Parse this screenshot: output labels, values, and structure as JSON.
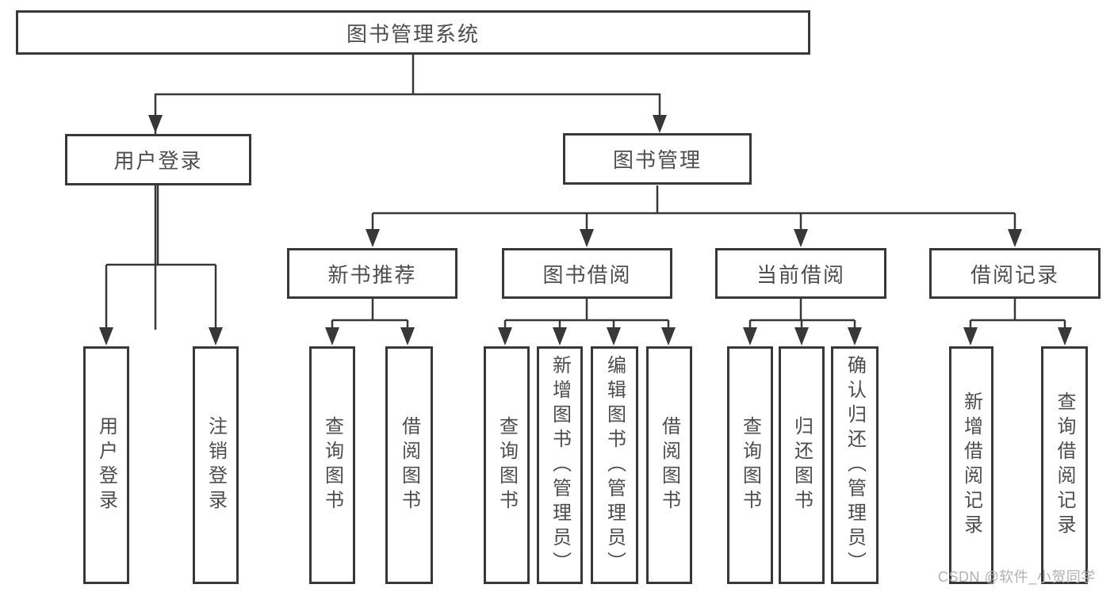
{
  "tree": {
    "label": "图书管理系统",
    "children": [
      {
        "label": "用户登录",
        "children": [
          {
            "label": "用户登录"
          },
          {
            "label": "注销登录"
          }
        ]
      },
      {
        "label": "图书管理",
        "children": [
          {
            "label": "新书推荐",
            "children": [
              {
                "label": "查询图书"
              },
              {
                "label": "借阅图书"
              }
            ]
          },
          {
            "label": "图书借阅",
            "children": [
              {
                "label": "查询图书"
              },
              {
                "label": "新增图书（管理员）"
              },
              {
                "label": "编辑图书（管理员）"
              },
              {
                "label": "借阅图书"
              }
            ]
          },
          {
            "label": "当前借阅",
            "children": [
              {
                "label": "查询图书"
              },
              {
                "label": "归还图书"
              },
              {
                "label": "确认归还（管理员）"
              }
            ]
          },
          {
            "label": "借阅记录",
            "children": [
              {
                "label": "新增借阅记录"
              },
              {
                "label": "查询借阅记录"
              }
            ]
          }
        ]
      }
    ]
  },
  "watermark": "CSDN @软件_小贺同学",
  "colors": {
    "line": "#383838",
    "box_border": "#383838",
    "text": "#4d4d4d",
    "background": "#ffffff",
    "watermark": "#b0b0b0"
  }
}
